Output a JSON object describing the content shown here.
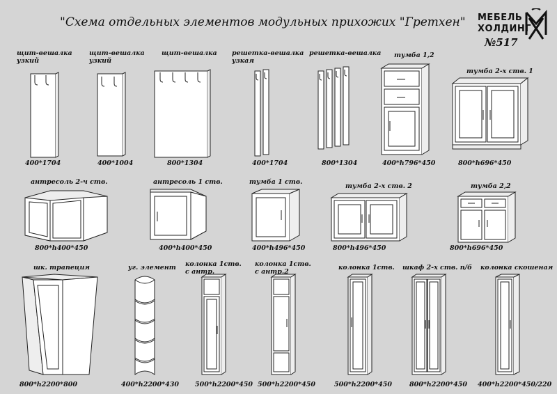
{
  "title": "\"Схема отдельных элементов модульных прихожих \"Гретхен\"",
  "logo": {
    "line1": "МЕБЕЛЬ",
    "line2": "ХОЛДИНГ",
    "number": "№517"
  },
  "items": [
    {
      "label": "щит-вешалка узкий",
      "dims": "400*1704"
    },
    {
      "label": "щит-вешалка узкий",
      "dims": "400*1004"
    },
    {
      "label": "щит-вешалка",
      "dims": "800*1304"
    },
    {
      "label": "решетка-вешалка узкая",
      "dims": "400*1704"
    },
    {
      "label": "решетка-вешалка",
      "dims": "800*1304"
    },
    {
      "label": "тумба 1,2",
      "dims": "400*h796*450"
    },
    {
      "label": "тумба 2-х ств. 1",
      "dims": "800*h696*450"
    },
    {
      "label": "антресоль 2-ч ств.",
      "dims": "800*h400*450"
    },
    {
      "label": "антресоль 1 ств.",
      "dims": "400*h400*450"
    },
    {
      "label": "тумба 1 ств.",
      "dims": "400*h496*450"
    },
    {
      "label": "тумба 2-х ств. 2",
      "dims": "800*h496*450"
    },
    {
      "label": "тумба 2,2",
      "dims": "800*h696*450"
    },
    {
      "label": "шк. трапеция",
      "dims": "800*h2200*800"
    },
    {
      "label": "уг. элемент",
      "dims": "400*h2200*430"
    },
    {
      "label": "колонка 1ств. с антр.",
      "dims": "500*h2200*450"
    },
    {
      "label": "колонка 1ств. с антр.2",
      "dims": "500*h2200*450"
    },
    {
      "label": "колонка 1ств.",
      "dims": "500*h2200*450"
    },
    {
      "label": "шкаф 2-х ств. п/б",
      "dims": "800*h2200*450"
    },
    {
      "label": "колонка скошеная",
      "dims": "400*h2200*450/220"
    }
  ]
}
